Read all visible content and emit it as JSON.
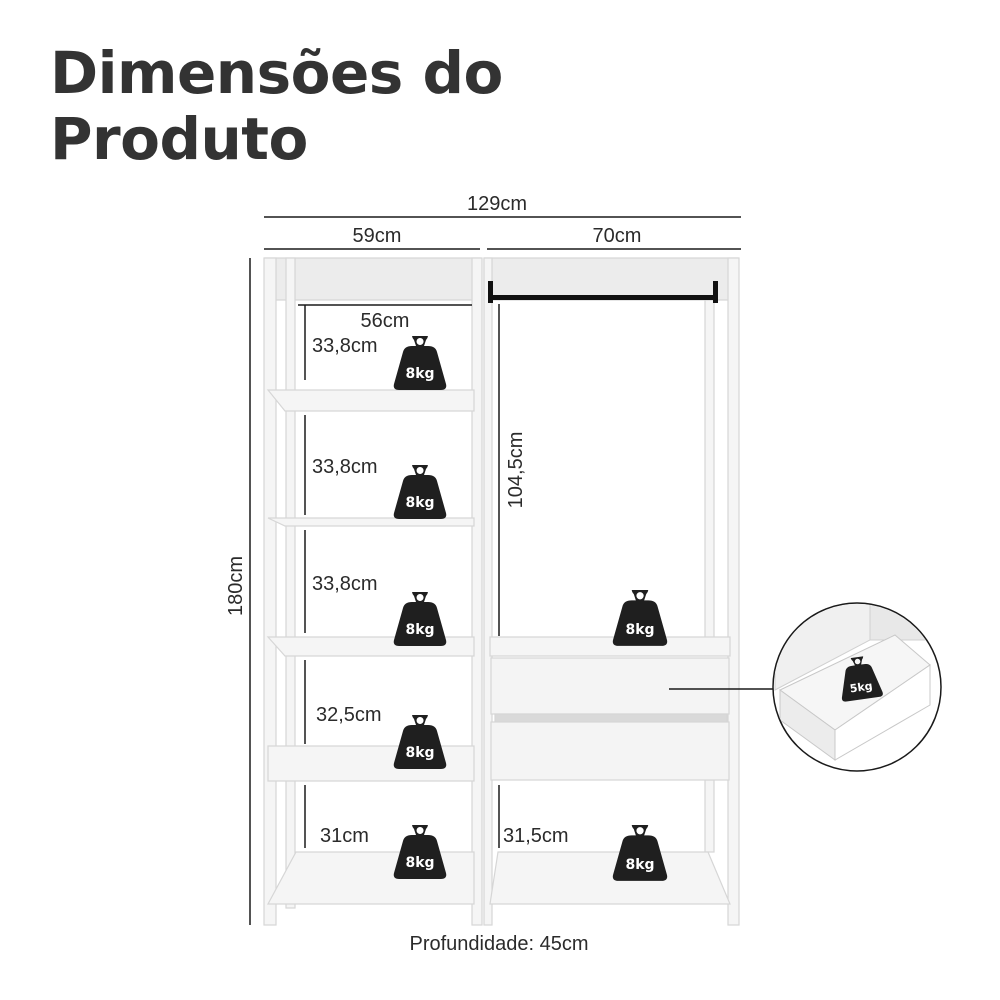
{
  "title": {
    "line1": "Dimensões do",
    "line2": "Produto"
  },
  "dimensions": {
    "total_width": "129cm",
    "left_module_width": "59cm",
    "right_module_width": "70cm",
    "inner_shelf_width": "56cm",
    "height": "180cm",
    "hanging_height": "104,5cm",
    "depth": "Profundidade: 45cm",
    "left_compartments": [
      "33,8cm",
      "33,8cm",
      "33,8cm",
      "32,5cm",
      "31cm"
    ],
    "right_bottom_compartment": "31,5cm"
  },
  "weight_limits": {
    "left_shelves": [
      "8kg",
      "8kg",
      "8kg",
      "8kg",
      "8kg"
    ],
    "right_upper": "8kg",
    "right_bottom": "8kg",
    "drawer": "5kg"
  },
  "colors": {
    "line": "#1a1a1a",
    "panel": "#f2f2f2",
    "panel_edge": "#d6d6d6",
    "weight_icon": "#1f1f1f",
    "rail": "#111111"
  }
}
